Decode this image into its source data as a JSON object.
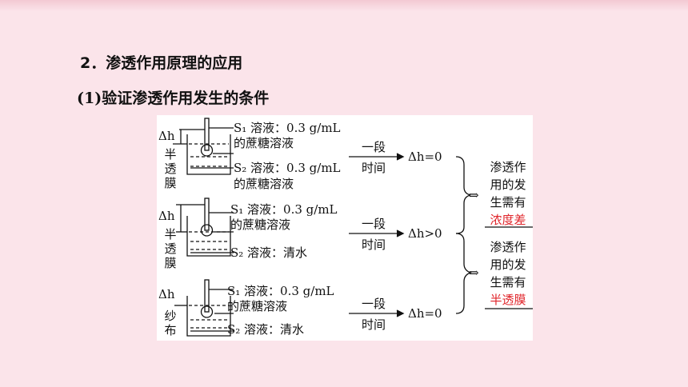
{
  "heading": "2．渗透作用原理的应用",
  "subheading": "(1)验证渗透作用发生的条件",
  "dh_label": "Δh",
  "arrow_top_label": "一段",
  "arrow_bottom_label": "时间",
  "rows": [
    {
      "side_label": [
        "半",
        "透",
        "膜"
      ],
      "s1_line1": "S₁ 溶液：0.3 g/mL",
      "s1_line2": "的蔗糖溶液",
      "s2_line1": "S₂ 溶液：0.3 g/mL",
      "s2_line2": "的蔗糖溶液",
      "result": "Δh=0"
    },
    {
      "side_label": [
        "半",
        "透",
        "膜"
      ],
      "s1_line1": "S₁ 溶液：0.3 g/mL",
      "s1_line2": "的蔗糖溶液",
      "s2_line1": "S₂ 溶液：清水",
      "result": "Δh>0"
    },
    {
      "side_label": [
        "纱",
        "布"
      ],
      "s1_line1": "S₁ 溶液：0.3 g/mL",
      "s1_line2": "的蔗糖溶液",
      "s2_line1": "S₂ 溶液：清水",
      "result": "Δh=0"
    }
  ],
  "conclusions": [
    {
      "line1": "渗透作",
      "line2": "用的发",
      "line3": "生需有",
      "highlight": "浓度差"
    },
    {
      "line1": "渗透作",
      "line2": "用的发",
      "line3": "生需有",
      "highlight": "半透膜"
    }
  ],
  "implies_symbol": "⇒",
  "colors": {
    "background": "#fbe4ea",
    "highlight": "#e0242a"
  }
}
